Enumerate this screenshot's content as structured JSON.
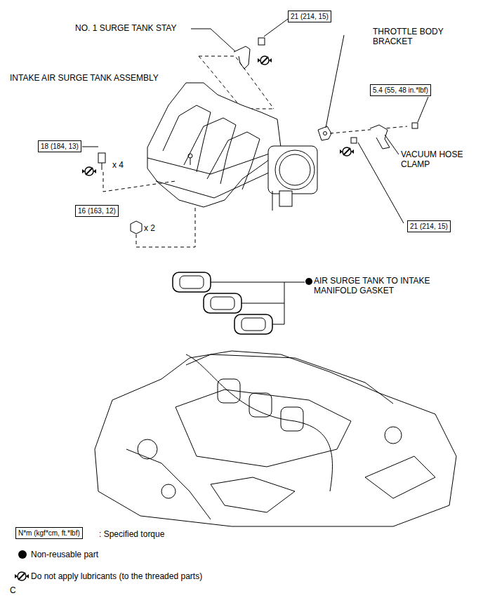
{
  "diagram": {
    "nodes": [
      {
        "text": [
          "21 (214, 15)"
        ]
      },
      {
        "text": [
          "5.4 (55, 48 in.*lbf)"
        ]
      },
      {
        "text": [
          "18 (184, 13)"
        ]
      },
      {
        "text": [
          "16 (163, 12)"
        ]
      },
      {
        "text": [
          "21 (214, 15)"
        ]
      },
      {
        "text": [
          "N*m (kgf*cm, ft.*lbf)"
        ]
      }
    ],
    "labels": [
      "NO. 1 SURGE TANK STAY",
      "THROTTLE BODY BRACKET",
      "INTAKE AIR SURGE TANK ASSEMBLY",
      "VACUUM HOSE CLAMP",
      "x 4",
      "x 2",
      "AIR SURGE TANK TO INTAKE MANIFOLD GASKET",
      "C"
    ],
    "legend": [
      {
        "text": ": Specified torque"
      },
      {
        "text": "Non-reusable part"
      },
      {
        "text": "Do not apply lubricants (to the threaded parts)"
      }
    ]
  }
}
